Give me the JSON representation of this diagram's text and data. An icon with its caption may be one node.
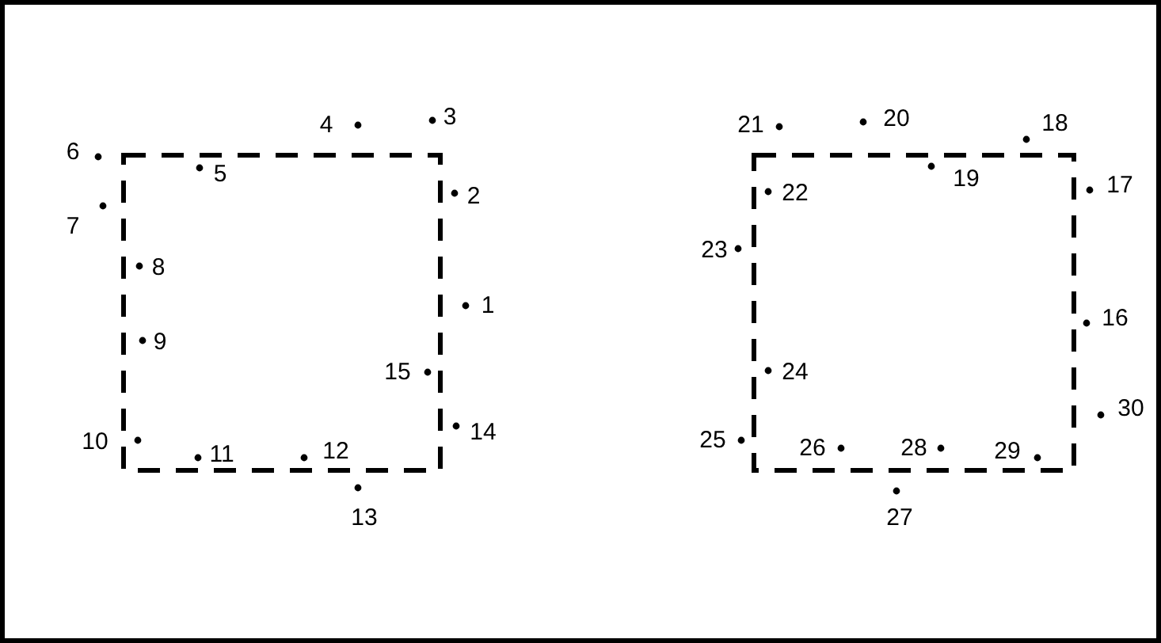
{
  "diagram": {
    "labels": [
      "1",
      "2",
      "3",
      "4",
      "5",
      "6",
      "7",
      "8",
      "9",
      "10",
      "11",
      "12",
      "13",
      "14",
      "15",
      "16",
      "17",
      "18",
      "19",
      "20",
      "21",
      "22",
      "23",
      "24",
      "25",
      "26",
      "27",
      "28",
      "29",
      "30"
    ]
  }
}
